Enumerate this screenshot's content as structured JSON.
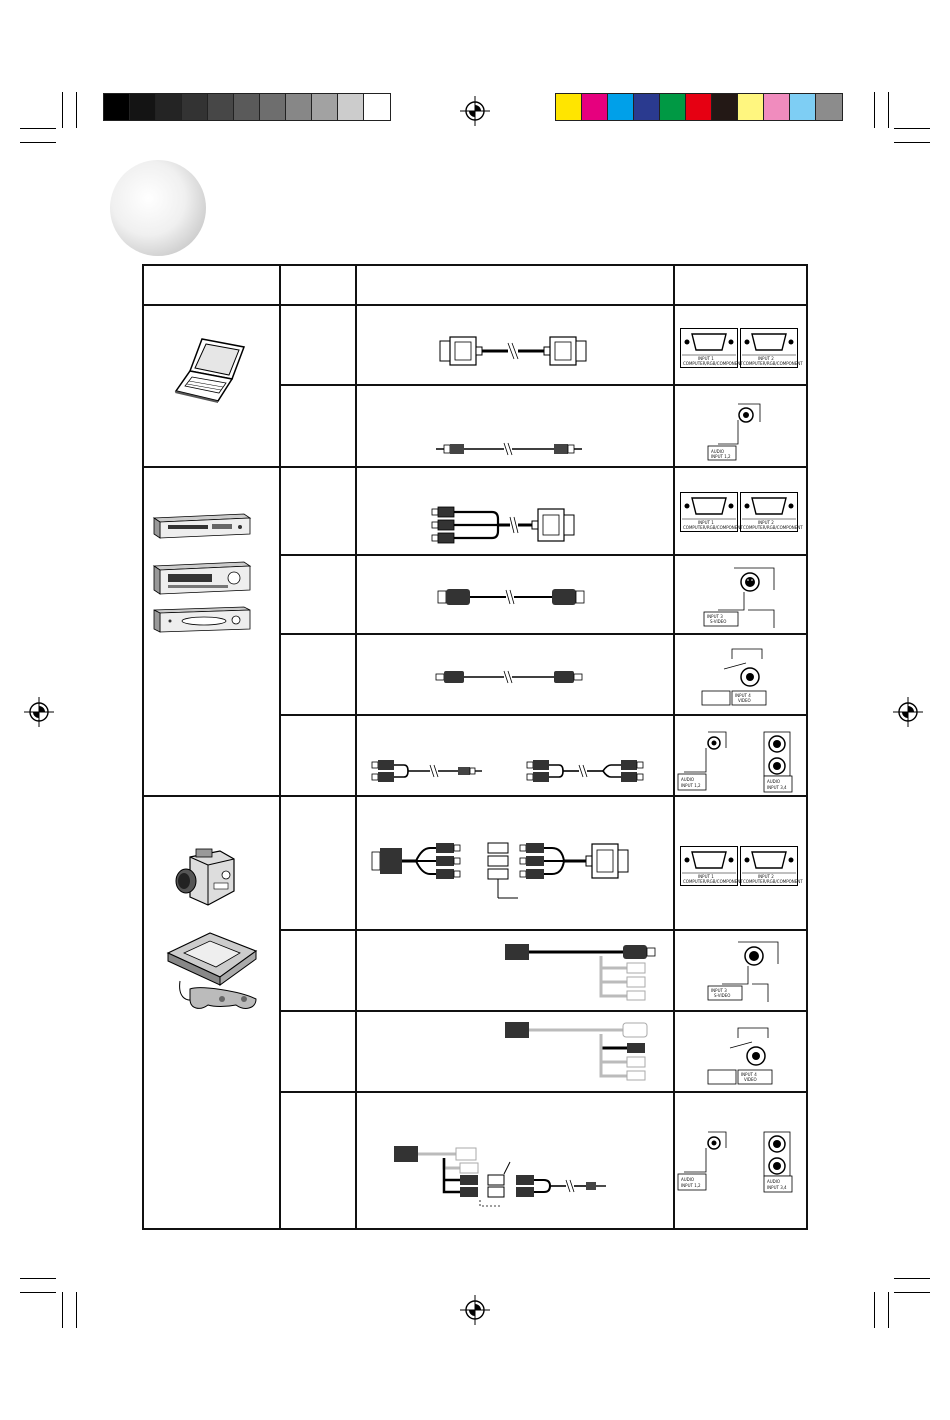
{
  "colors": {
    "gray_bar": [
      "#000000",
      "#141414",
      "#242424",
      "#333333",
      "#474747",
      "#5a5a5a",
      "#6e6e6e",
      "#878787",
      "#a2a2a2",
      "#cccccc",
      "#ffffff"
    ],
    "color_bar": [
      "#ffe500",
      "#e6007e",
      "#00a0e9",
      "#2a3a8f",
      "#009944",
      "#e60012",
      "#231815",
      "#fff67f",
      "#f08cbe",
      "#7ecef4",
      "#8c8c8c"
    ]
  },
  "terminals": {
    "input1": "INPUT 1",
    "input2": "INPUT 2",
    "computer_rgb_component": "COMPUTER/RGB/COMPONENT",
    "audio_input_12": "AUDIO",
    "audio_input_12_sub": "INPUT 1,2",
    "audio_input_34": "AUDIO",
    "audio_input_34_sub": "INPUT 3,4",
    "input3": "INPUT 3",
    "s_video": "S-VIDEO",
    "input4": "INPUT 4",
    "video": "VIDEO"
  },
  "icons": {
    "laptop": "laptop-icon",
    "dvd": "dvd-player-icon",
    "vcr": "vcr-icon",
    "settop": "set-top-box-icon",
    "camcorder": "camcorder-icon",
    "console": "game-console-icon",
    "registration": "registration-mark-icon"
  }
}
